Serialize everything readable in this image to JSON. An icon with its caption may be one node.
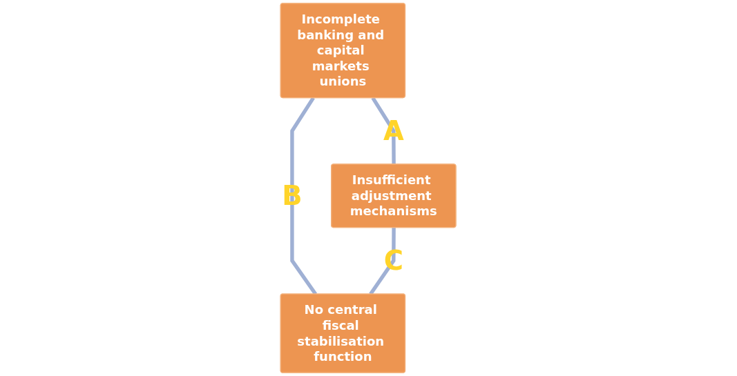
{
  "diagram": {
    "nodes": [
      {
        "text": [
          "Incomplete banking and capital markets unions"
        ]
      },
      {
        "text": [
          "Insufficient adjustment mechanisms"
        ]
      },
      {
        "text": [
          "No central fiscal stabilisation function"
        ]
      }
    ],
    "edges": [
      {
        "from": 0,
        "to": 1,
        "arrow": "none",
        "label": "A"
      },
      {
        "from": 0,
        "to": 2,
        "arrow": "none",
        "label": "B"
      },
      {
        "from": 1,
        "to": 2,
        "arrow": "none",
        "label": "C"
      }
    ]
  }
}
